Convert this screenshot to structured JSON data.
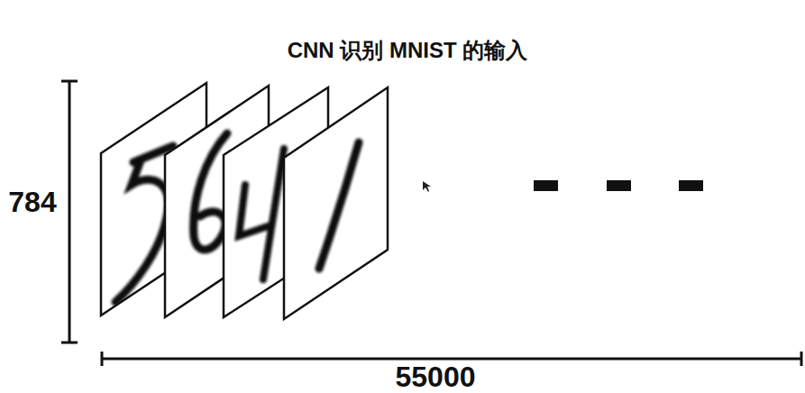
{
  "diagram": {
    "title": "CNN 识别 MNIST 的输入",
    "labels": [
      "784",
      "55000"
    ]
  }
}
